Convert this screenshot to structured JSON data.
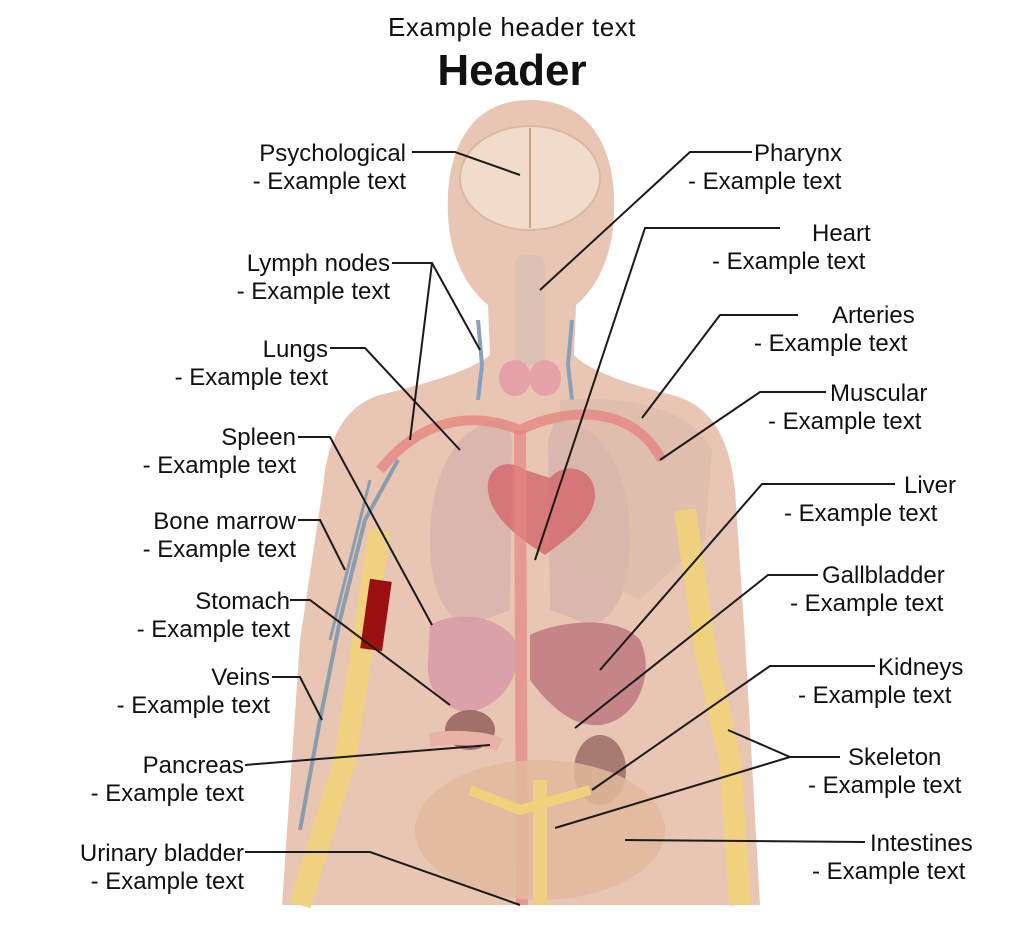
{
  "header": {
    "subtitle": "Example header text",
    "title": "Header"
  },
  "labels": {
    "psychological": {
      "name": "Psychological",
      "text": "- Example text"
    },
    "lymph_nodes": {
      "name": "Lymph nodes",
      "text": "- Example text"
    },
    "lungs": {
      "name": "Lungs",
      "text": "- Example text"
    },
    "spleen": {
      "name": "Spleen",
      "text": "- Example text"
    },
    "bone_marrow": {
      "name": "Bone marrow",
      "text": "- Example text"
    },
    "stomach": {
      "name": "Stomach",
      "text": "- Example text"
    },
    "veins": {
      "name": "Veins",
      "text": "- Example text"
    },
    "pancreas": {
      "name": "Pancreas",
      "text": "- Example text"
    },
    "urinary_bladder": {
      "name": "Urinary bladder",
      "text": "- Example text"
    },
    "pharynx": {
      "name": "Pharynx",
      "text": "- Example text"
    },
    "heart": {
      "name": "Heart",
      "text": "- Example text"
    },
    "arteries": {
      "name": "Arteries",
      "text": "- Example text"
    },
    "muscular": {
      "name": "Muscular",
      "text": "- Example text"
    },
    "liver": {
      "name": "Liver",
      "text": "- Example text"
    },
    "gallbladder": {
      "name": "Gallbladder",
      "text": "- Example text"
    },
    "kidneys": {
      "name": "Kidneys",
      "text": "- Example text"
    },
    "skeleton": {
      "name": "Skeleton",
      "text": "- Example text"
    },
    "intestines": {
      "name": "Intestines",
      "text": "- Example text"
    }
  },
  "colors": {
    "skin": "#e7c4b0",
    "organ_pink": "#d9a6a0",
    "artery": "#e27f7a",
    "vein": "#8a9db0",
    "bone": "#f2d27a",
    "marrow": "#9b1010",
    "line": "#1a1a1a"
  }
}
